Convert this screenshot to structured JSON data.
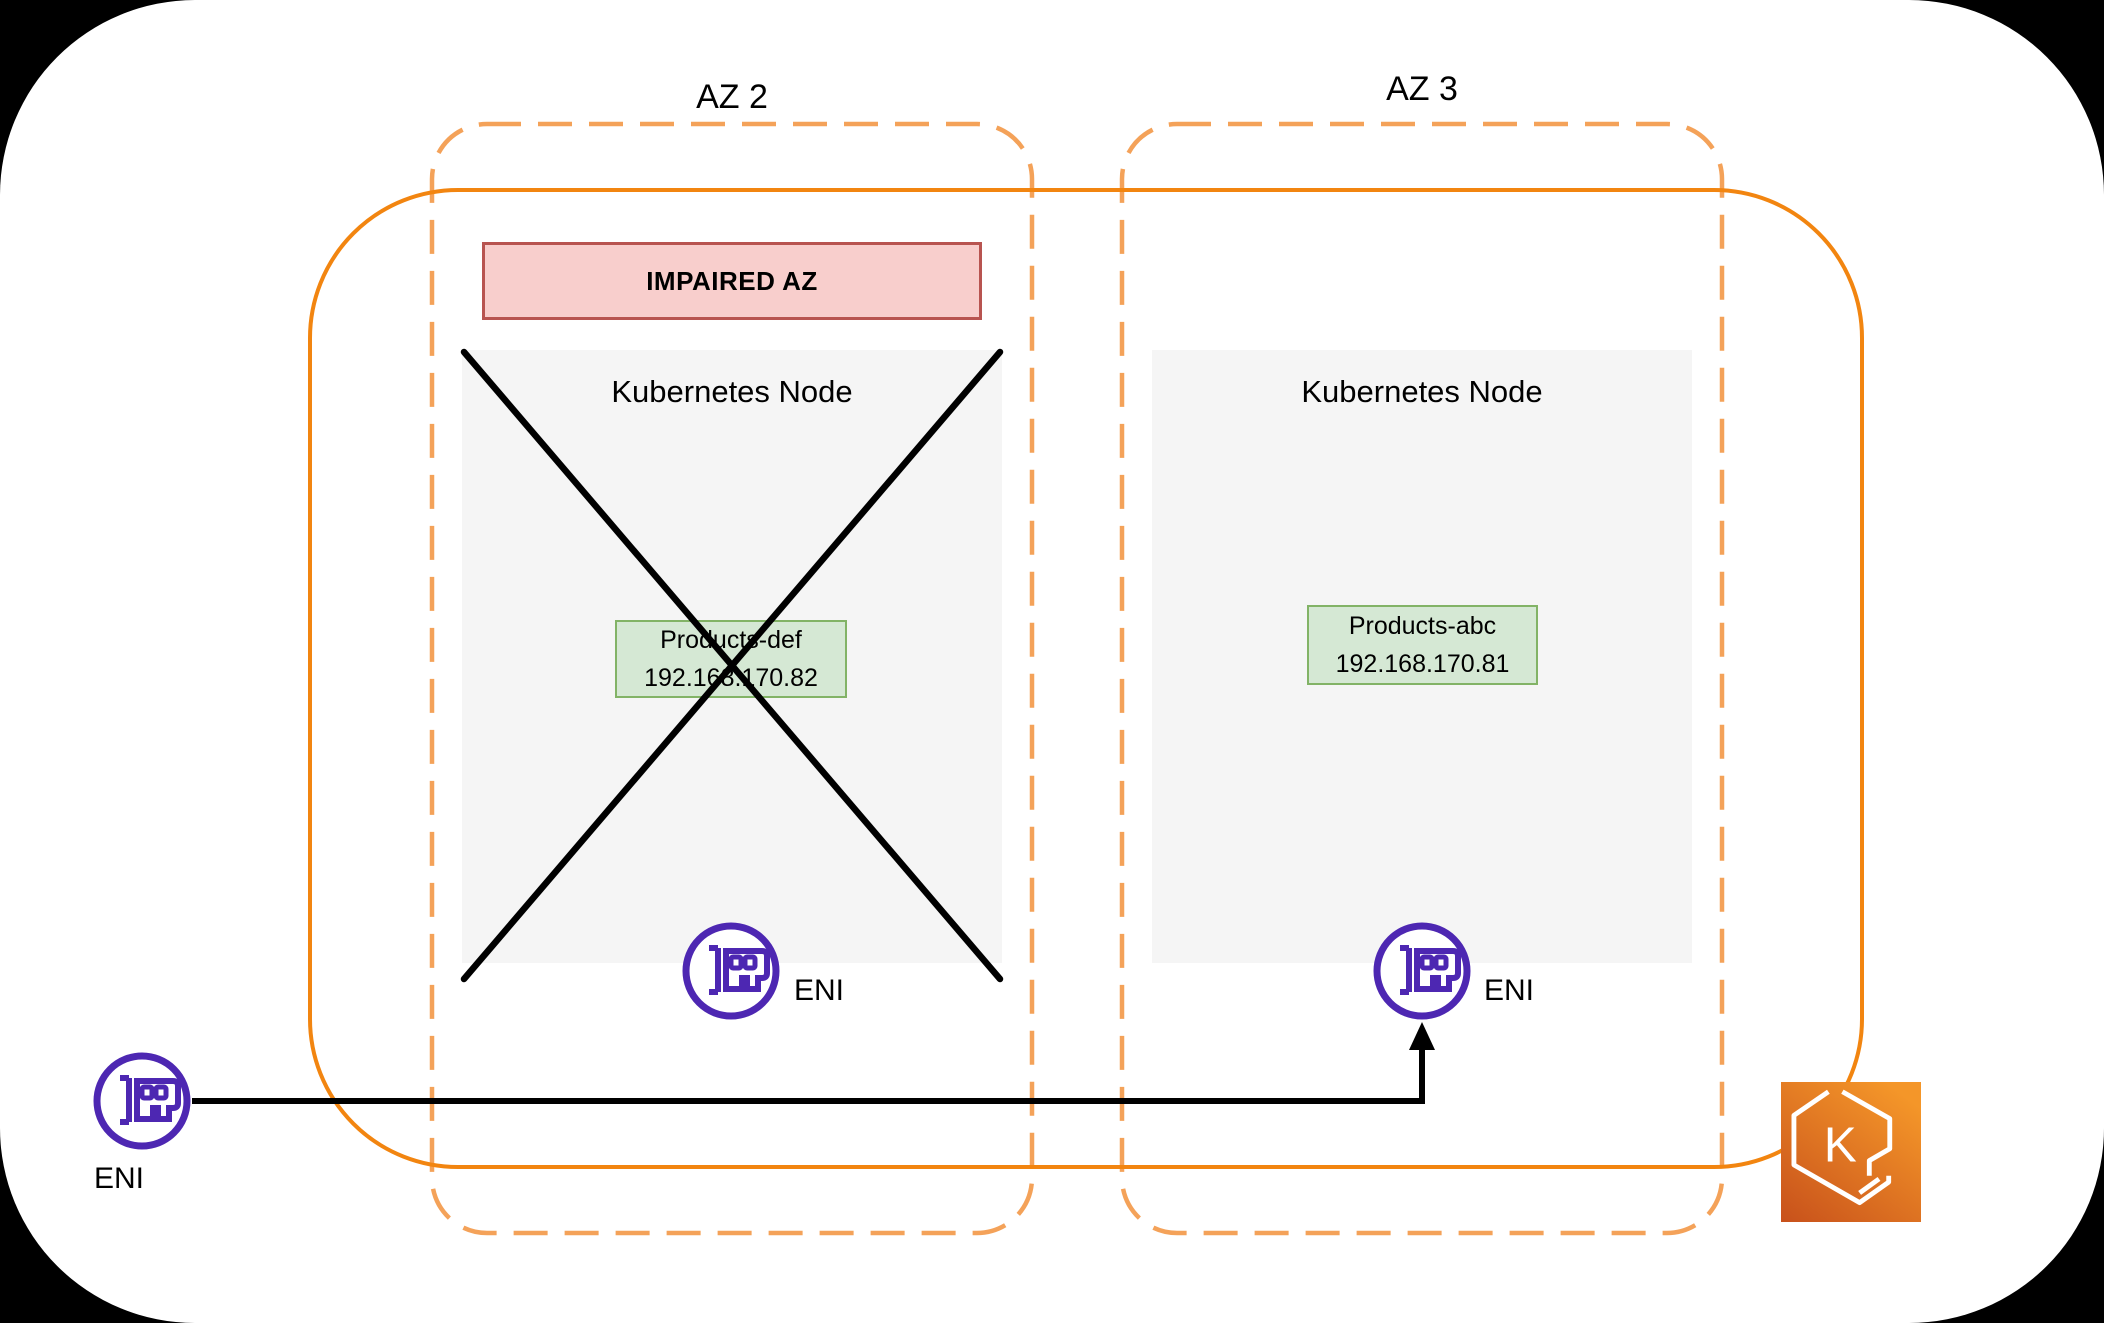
{
  "az2": {
    "label": "AZ 2",
    "impaired_banner": "IMPAIRED AZ",
    "node_title": "Kubernetes Node",
    "pod_name": "Products-def",
    "pod_ip": "192.168.170.82",
    "eni_label": "ENI"
  },
  "az3": {
    "label": "AZ 3",
    "node_title": "Kubernetes Node",
    "pod_name": "Products-abc",
    "pod_ip": "192.168.170.81",
    "eni_label": "ENI"
  },
  "external_eni": {
    "label": "ENI"
  },
  "eks_icon": {
    "letter": "K"
  },
  "colors": {
    "az_dashed": "#F4A259",
    "cluster_solid": "#F28510",
    "impaired_fill": "#F8CECC",
    "impaired_border": "#B85450",
    "pod_fill": "#D5E8D4",
    "pod_border": "#82B366",
    "node_fill": "#F5F5F5",
    "eni_purple": "#4D27B2",
    "eks_grad_a": "#F49629",
    "eks_grad_b": "#C8511B"
  }
}
